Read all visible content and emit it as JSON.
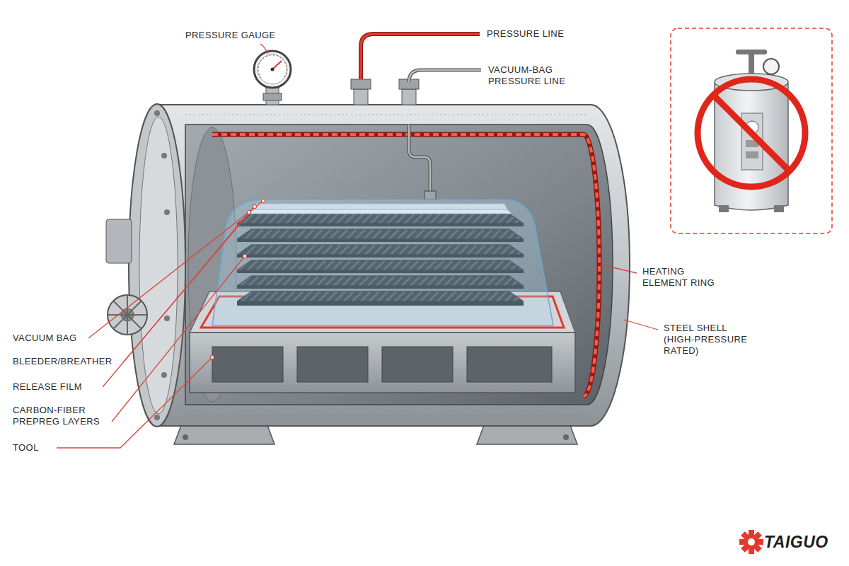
{
  "diagram": {
    "labels": [
      "PRESSURE GAUGE",
      "PRESSURE LINE",
      "VACUUM-BAG PRESSURE LINE",
      "HEATING ELEMENT RING",
      "STEEL SHELL (HIGH-PRESSURE RATED)",
      "VACUUM BAG",
      "BLEEDER/BREATHER",
      "RELEASE FILM",
      "CARBON-FIBER PREPREG LAYERS",
      "TOOL",
      "TAIGUO"
    ]
  }
}
